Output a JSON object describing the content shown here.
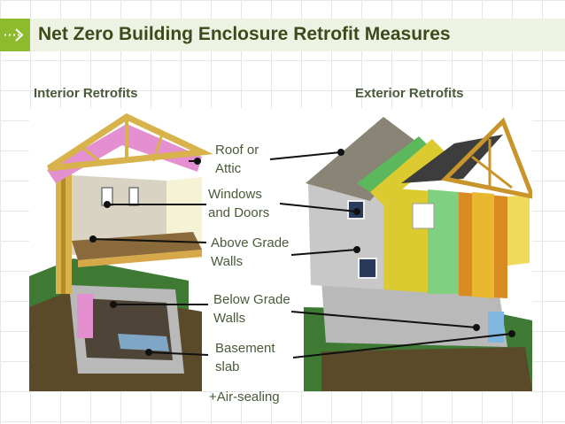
{
  "slide": {
    "title": "Net Zero Building Enclosure Retrofit Measures",
    "interior_label": "Interior Retrofits",
    "exterior_label": "Exterior Retrofits",
    "footer": "+Air-sealing"
  },
  "callouts": [
    {
      "id": "roof",
      "text": "Roof or\nAttic"
    },
    {
      "id": "windows",
      "text": "Windows\nand Doors"
    },
    {
      "id": "above",
      "text": "Above Grade\nWalls"
    },
    {
      "id": "below",
      "text": "Below Grade\nWalls"
    },
    {
      "id": "slab",
      "text": "Basement\nslab"
    }
  ],
  "colors": {
    "accent": "#8dbb2e",
    "title_bg": "#eef2e2",
    "title_text": "#3c4a1c",
    "text": "#4a5a3a",
    "insulation_pink": "#e48fd0",
    "insulation_yellow": "#dccb30",
    "housewrap_green": "#7fd07f",
    "grass": "#3f7a35",
    "soil": "#5a4a2a"
  }
}
